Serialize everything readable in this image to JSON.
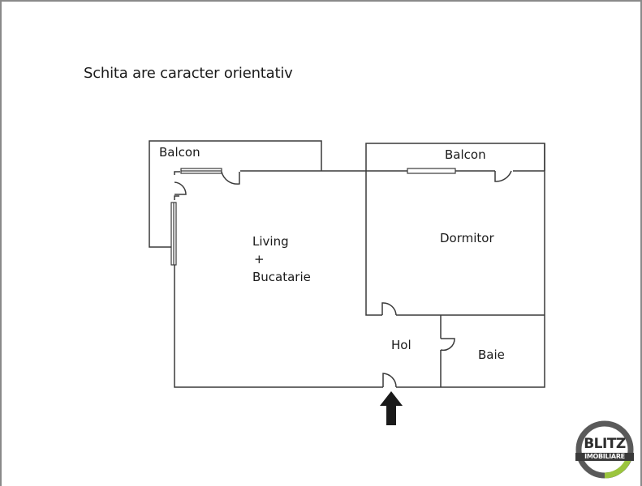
{
  "note": "Schita are caracter orientativ",
  "rooms": {
    "balcon_left": "Balcon",
    "balcon_right": "Balcon",
    "living_line1": "Living",
    "living_line2": "+",
    "living_line3": "Bucatarie",
    "dormitor": "Dormitor",
    "hol": "Hol",
    "baie": "Baie"
  },
  "entrance": {
    "icon": "arrow-up-icon"
  },
  "logo": {
    "line1": "BLITZ",
    "line2": "IMOBILIARE",
    "colors": {
      "ring_dark": "#5a5a5a",
      "ring_accent": "#9bc53d"
    }
  },
  "colors": {
    "wall": "#333333",
    "frame": "#8a8a8a",
    "text": "#1a1a1a"
  }
}
